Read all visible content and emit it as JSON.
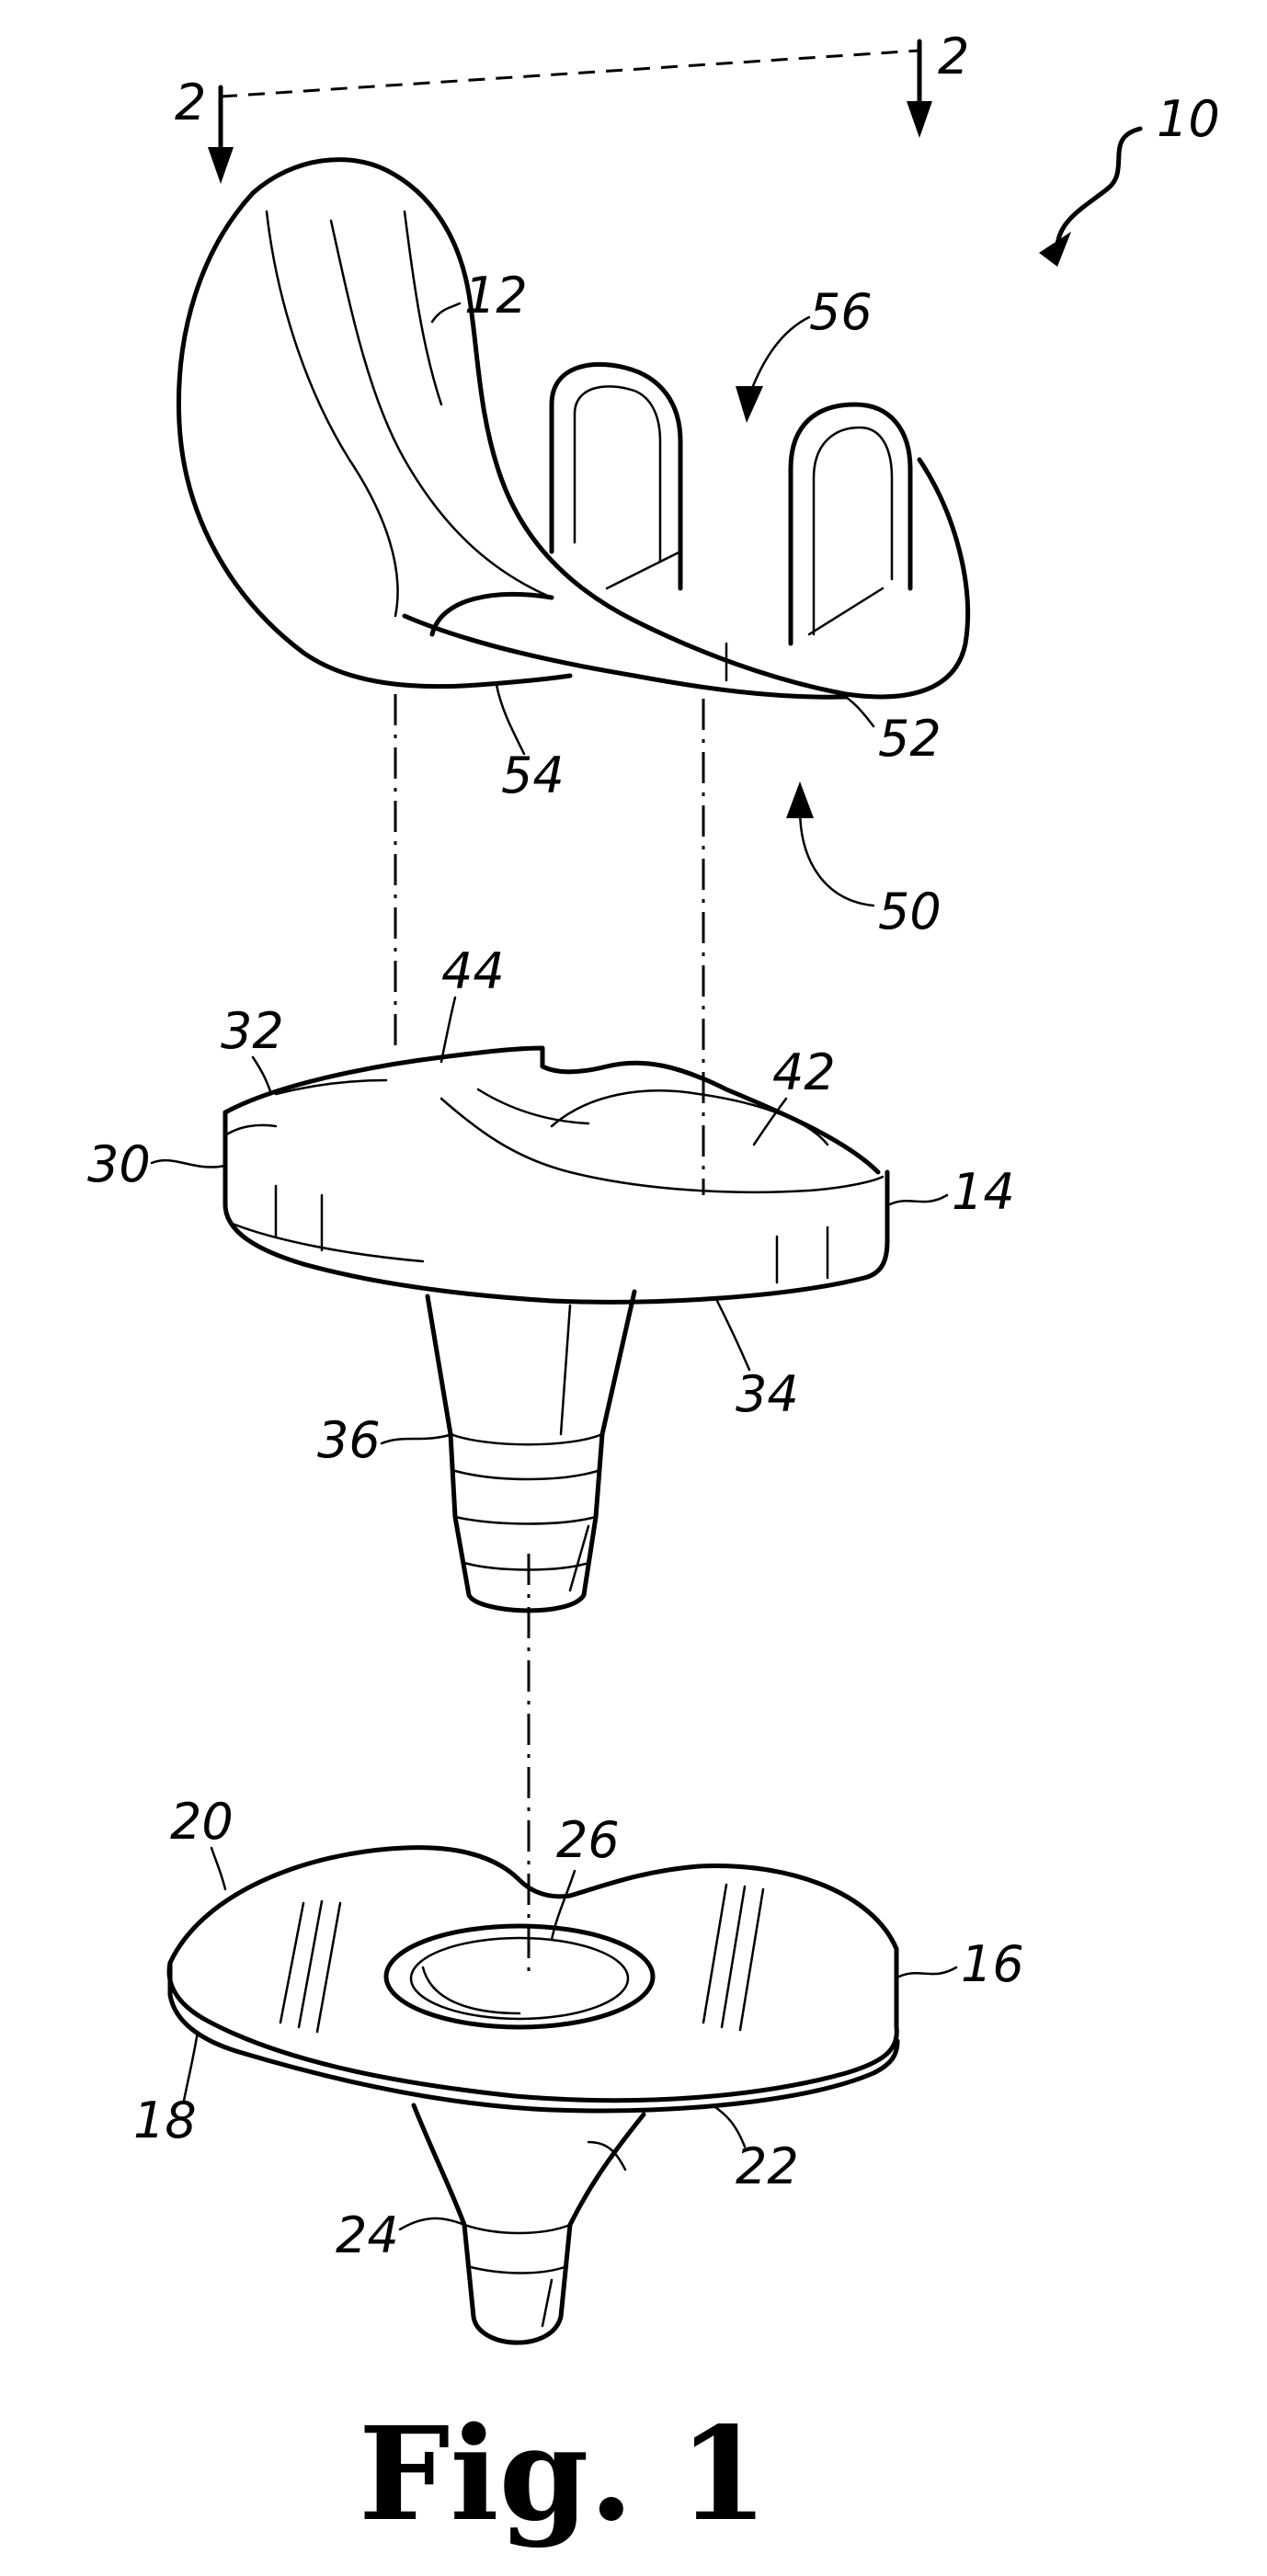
{
  "caption": "Fig. 1",
  "section_markers": {
    "left": "2",
    "right": "2"
  },
  "labels": {
    "l10": "10",
    "l12": "12",
    "l56": "56",
    "l52": "52",
    "l54": "54",
    "l50": "50",
    "l44": "44",
    "l32": "32",
    "l42": "42",
    "l30": "30",
    "l14": "14",
    "l34": "34",
    "l36": "36",
    "l20": "20",
    "l26": "26",
    "l16": "16",
    "l18": "18",
    "l22": "22",
    "l24": "24"
  }
}
